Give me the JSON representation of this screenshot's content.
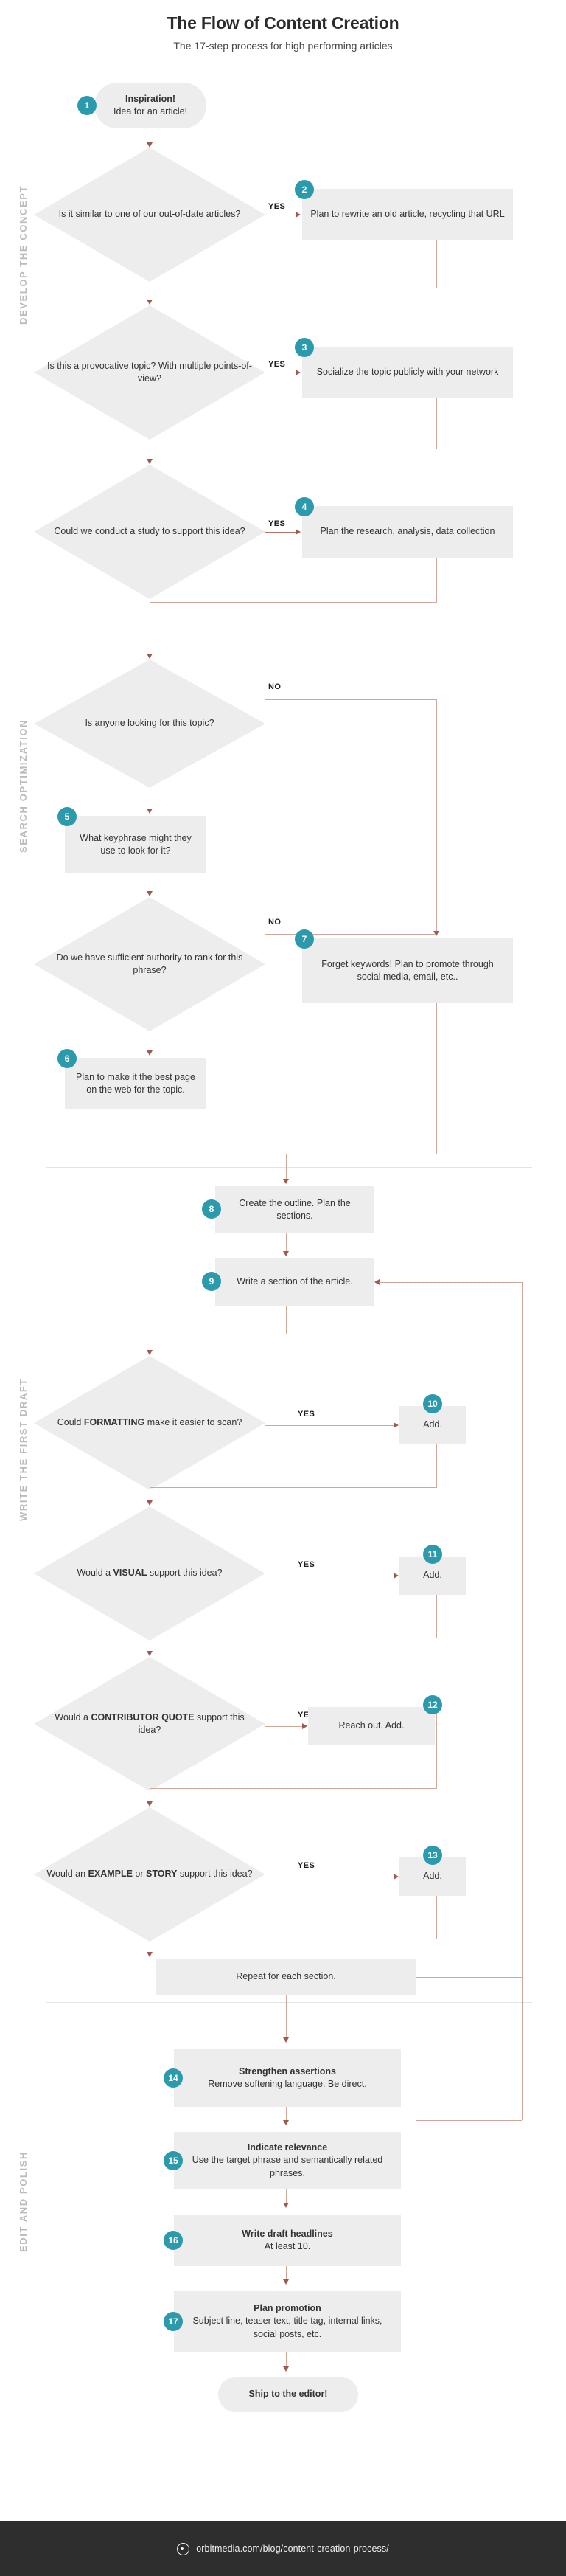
{
  "header": {
    "title": "The Flow of Content Creation",
    "subtitle": "The 17-step process for high performing articles"
  },
  "rails": [
    {
      "label": "DEVELOP THE CONCEPT"
    },
    {
      "label": "SEARCH OPTIMIZATION"
    },
    {
      "label": "WRITE THE FIRST DRAFT"
    },
    {
      "label": "EDIT AND POLISH"
    }
  ],
  "branch_labels": {
    "yes": "YES",
    "no": "NO"
  },
  "nodes": {
    "start": {
      "title": "Inspiration!",
      "body": "Idea for an article!",
      "step": "1"
    },
    "d1": {
      "text": "Is it similar to one of our out-of-date articles?"
    },
    "n2": {
      "text": "Plan to rewrite an old article, recycling that URL",
      "step": "2"
    },
    "d2": {
      "text": "Is this a provocative topic? With multiple points-of-view?"
    },
    "n3": {
      "text": "Socialize the topic publicly with your network",
      "step": "3"
    },
    "d3": {
      "text": "Could we conduct a study to support this idea?"
    },
    "n4": {
      "text": "Plan the research, analysis, data collection",
      "step": "4"
    },
    "d4": {
      "text": "Is anyone looking for this topic?"
    },
    "n5": {
      "text": "What keyphrase might they use to look for it?",
      "step": "5"
    },
    "d5": {
      "text": "Do we have sufficient authority to rank for this phrase?"
    },
    "n6": {
      "text": "Plan to make it the best page on the web for the topic.",
      "step": "6"
    },
    "n7": {
      "text": "Forget keywords! Plan to promote through social media, email, etc..",
      "step": "7"
    },
    "n8": {
      "text": "Create the outline. Plan the sections.",
      "step": "8"
    },
    "n9": {
      "text": "Write a section of the article.",
      "step": "9"
    },
    "d6": {
      "pre": "Could ",
      "bold": "FORMATTING",
      "post": " make it easier to scan?"
    },
    "n10": {
      "text": "Add.",
      "step": "10"
    },
    "d7": {
      "pre": "Would a ",
      "bold": "VISUAL",
      "post": " support this idea?"
    },
    "n11": {
      "text": "Add.",
      "step": "11"
    },
    "d8": {
      "pre": "Would a ",
      "bold": "CONTRIBUTOR QUOTE",
      "post": " support this idea?"
    },
    "n12": {
      "text": "Reach out. Add.",
      "step": "12"
    },
    "d9": {
      "pre": "Would an ",
      "bold": "EXAMPLE",
      "mid": " or ",
      "bold2": "STORY",
      "post": " support this idea?"
    },
    "n13": {
      "text": "Add.",
      "step": "13"
    },
    "repeat": {
      "text": "Repeat for each section."
    },
    "n14": {
      "title": "Strengthen assertions",
      "body": "Remove softening language. Be direct.",
      "step": "14"
    },
    "n15": {
      "title": "Indicate relevance",
      "body": "Use the target phrase and semantically related phrases.",
      "step": "15"
    },
    "n16": {
      "title": "Write draft headlines",
      "body": "At least 10.",
      "step": "16"
    },
    "n17": {
      "title": "Plan promotion",
      "body": "Subject line, teaser text, title tag, internal links, social posts, etc.",
      "step": "17"
    },
    "end": {
      "text": "Ship to the editor!"
    }
  },
  "footer": {
    "url": "orbitmedia.com/blog/content-creation-process/"
  },
  "colors": {
    "accent": "#2c9aad",
    "node_bg": "#ededed",
    "connector": "#b5766a",
    "rail_text": "#b9bcbd",
    "footer_bg": "#2e2e2e"
  }
}
